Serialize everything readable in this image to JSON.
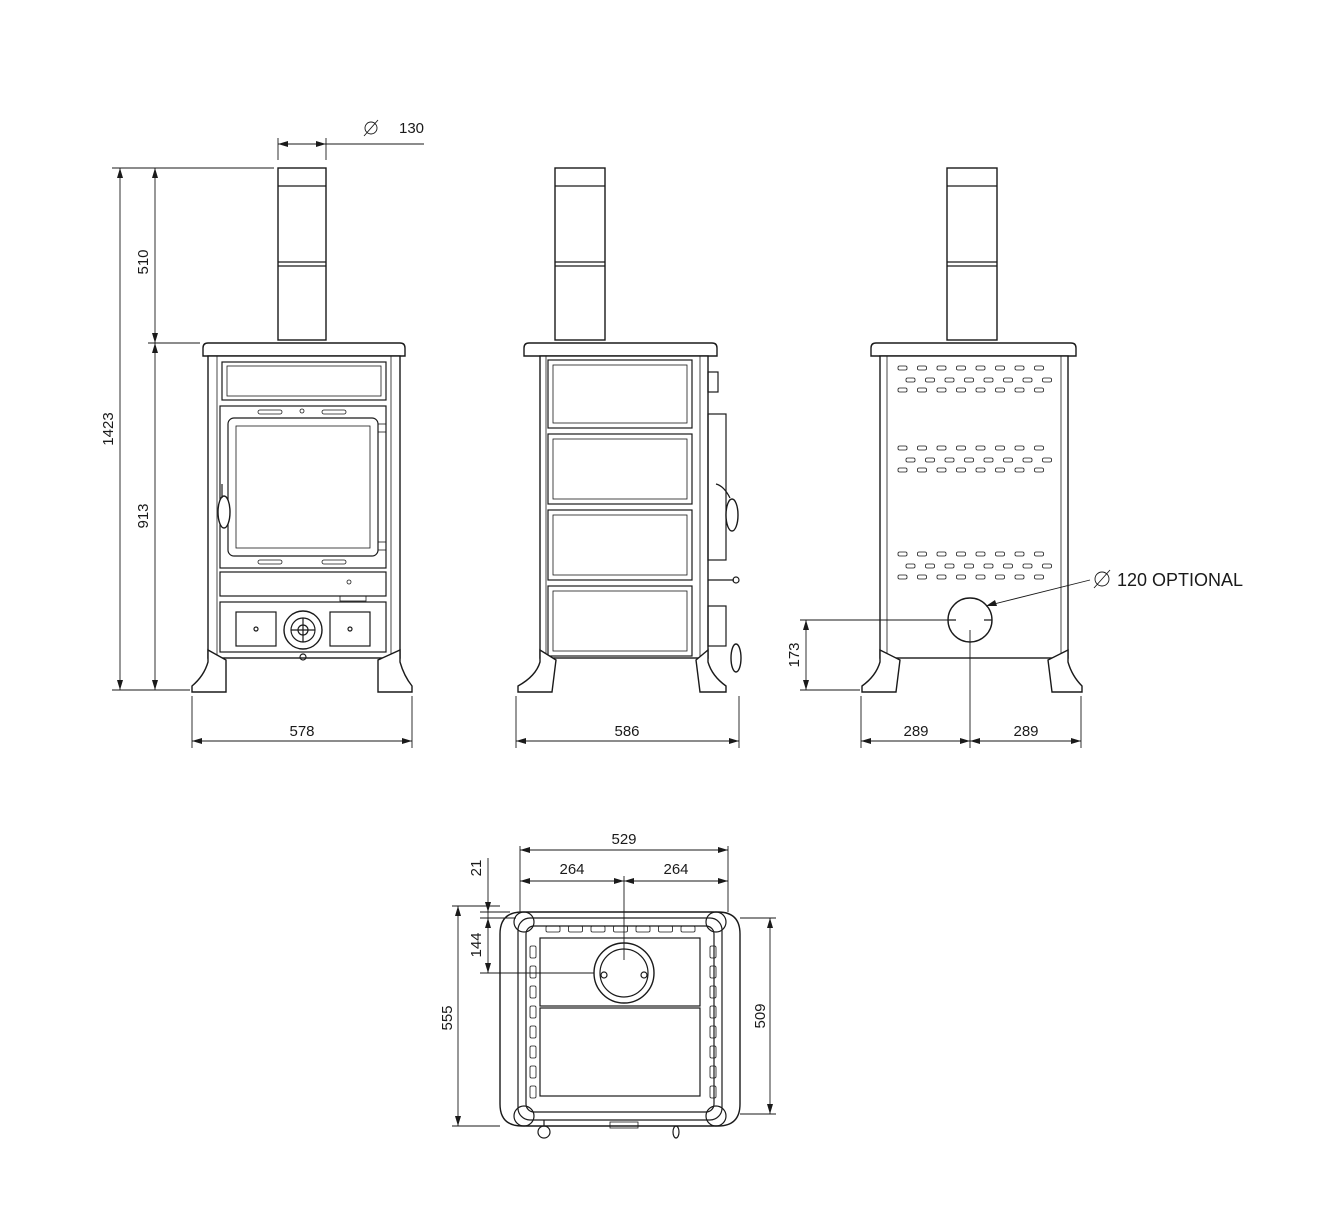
{
  "views": {
    "front": {
      "flue_diameter": "130",
      "total_height": "1423",
      "flue_height": "510",
      "body_height": "913",
      "width": "578"
    },
    "side": {
      "depth": "586"
    },
    "back": {
      "optional_outlet": "120 OPTIONAL",
      "outlet_height": "173",
      "half_left": "289",
      "half_right": "289"
    },
    "top": {
      "overall_width": "529",
      "half_left": "264",
      "half_right": "264",
      "rim_offset": "21",
      "flue_offset": "144",
      "overall_depth": "555",
      "inner_depth": "509"
    }
  },
  "symbols": {
    "diameter": "∅"
  }
}
